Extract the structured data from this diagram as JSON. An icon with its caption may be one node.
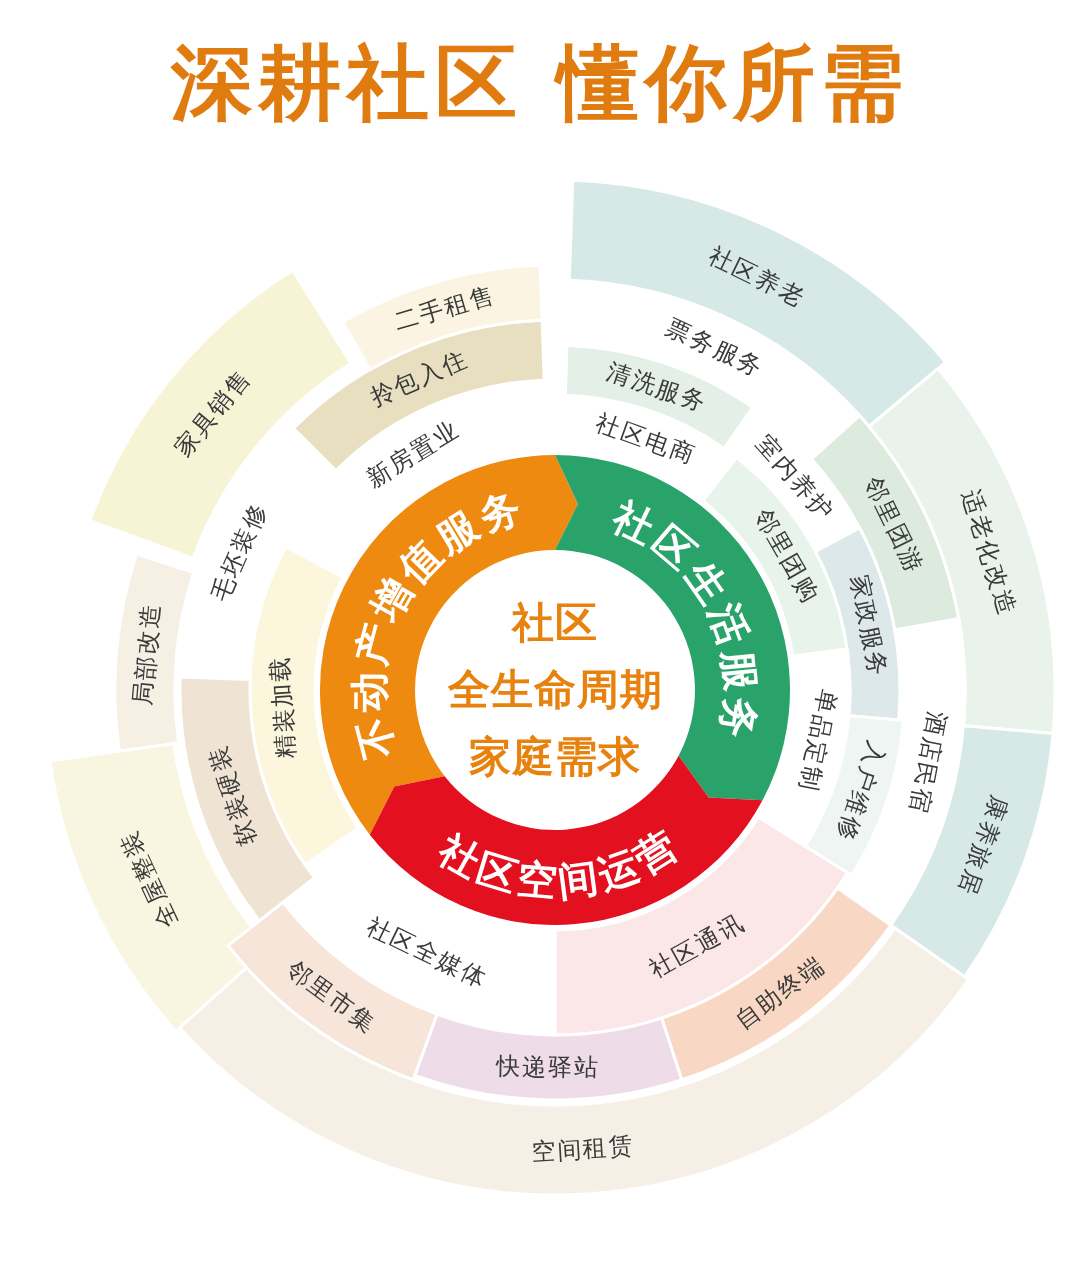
{
  "diagram": {
    "title": "深耕社区 懂你所需",
    "nodes": [
      {
        "text": [
          "社区",
          "全生命周期",
          "家庭需求"
        ]
      },
      {
        "text": [
          "不动产增值服务"
        ]
      },
      {
        "text": [
          "社区生活服务"
        ]
      },
      {
        "text": [
          "社区空间运营"
        ]
      },
      {
        "text": [
          "新房置业"
        ]
      },
      {
        "text": [
          "拎包入住"
        ]
      },
      {
        "text": [
          "二手租售"
        ]
      },
      {
        "text": [
          "家具销售"
        ]
      },
      {
        "text": [
          "毛坯装修"
        ]
      },
      {
        "text": [
          "精装加载"
        ]
      },
      {
        "text": [
          "软装硬装"
        ]
      },
      {
        "text": [
          "局部改造"
        ]
      },
      {
        "text": [
          "全屋整装"
        ]
      },
      {
        "text": [
          "社区电商"
        ]
      },
      {
        "text": [
          "清洗服务"
        ]
      },
      {
        "text": [
          "票务服务"
        ]
      },
      {
        "text": [
          "社区养老"
        ]
      },
      {
        "text": [
          "室内养护"
        ]
      },
      {
        "text": [
          "邻里团购"
        ]
      },
      {
        "text": [
          "邻里团游"
        ]
      },
      {
        "text": [
          "适老化改造"
        ]
      },
      {
        "text": [
          "家政服务"
        ]
      },
      {
        "text": [
          "单品定制"
        ]
      },
      {
        "text": [
          "入户维修"
        ]
      },
      {
        "text": [
          "酒店民宿"
        ]
      },
      {
        "text": [
          "康养旅居"
        ]
      },
      {
        "text": [
          "社区通讯"
        ]
      },
      {
        "text": [
          "社区全媒体"
        ]
      },
      {
        "text": [
          "自助终端"
        ]
      },
      {
        "text": [
          "快递驿站"
        ]
      },
      {
        "text": [
          "邻里市集"
        ]
      },
      {
        "text": [
          "空间租赁"
        ]
      }
    ]
  }
}
